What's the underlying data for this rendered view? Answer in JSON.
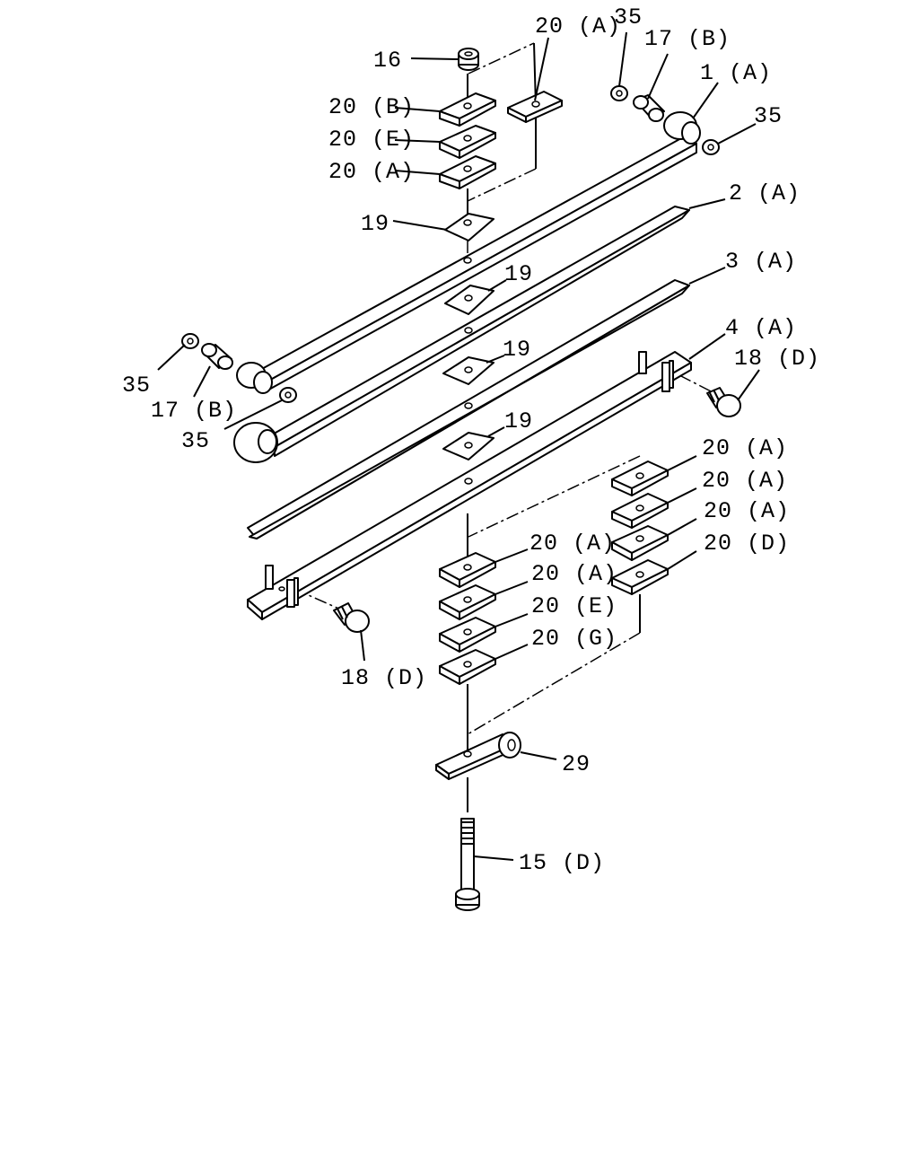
{
  "labels": {
    "l16": "16",
    "l20A_top": "20 (A)",
    "l35_tr": "35",
    "l17B_tr": "17 (B)",
    "l1A": "1 (A)",
    "l35_r": "35",
    "l20B": "20 (B)",
    "l20E_top": "20 (E)",
    "l20A_top2": "20 (A)",
    "l19_a": "19",
    "l2A": "2 (A)",
    "l19_b": "19",
    "l3A": "3 (A)",
    "l19_c": "19",
    "l4A": "4 (A)",
    "l18D_r": "18 (D)",
    "l35_l": "35",
    "l17B_l": "17 (B)",
    "l35_l2": "35",
    "l19_d": "19",
    "l20A_r1": "20 (A)",
    "l20A_r2": "20 (A)",
    "l20A_r3": "20 (A)",
    "l20D_r4": "20 (D)",
    "l20A_m1": "20 (A)",
    "l20A_m2": "20 (A)",
    "l20E_m3": "20 (E)",
    "l20G_m4": "20 (G)",
    "l18D_l": "18 (D)",
    "l29": "29",
    "l15D": "15 (D)"
  }
}
